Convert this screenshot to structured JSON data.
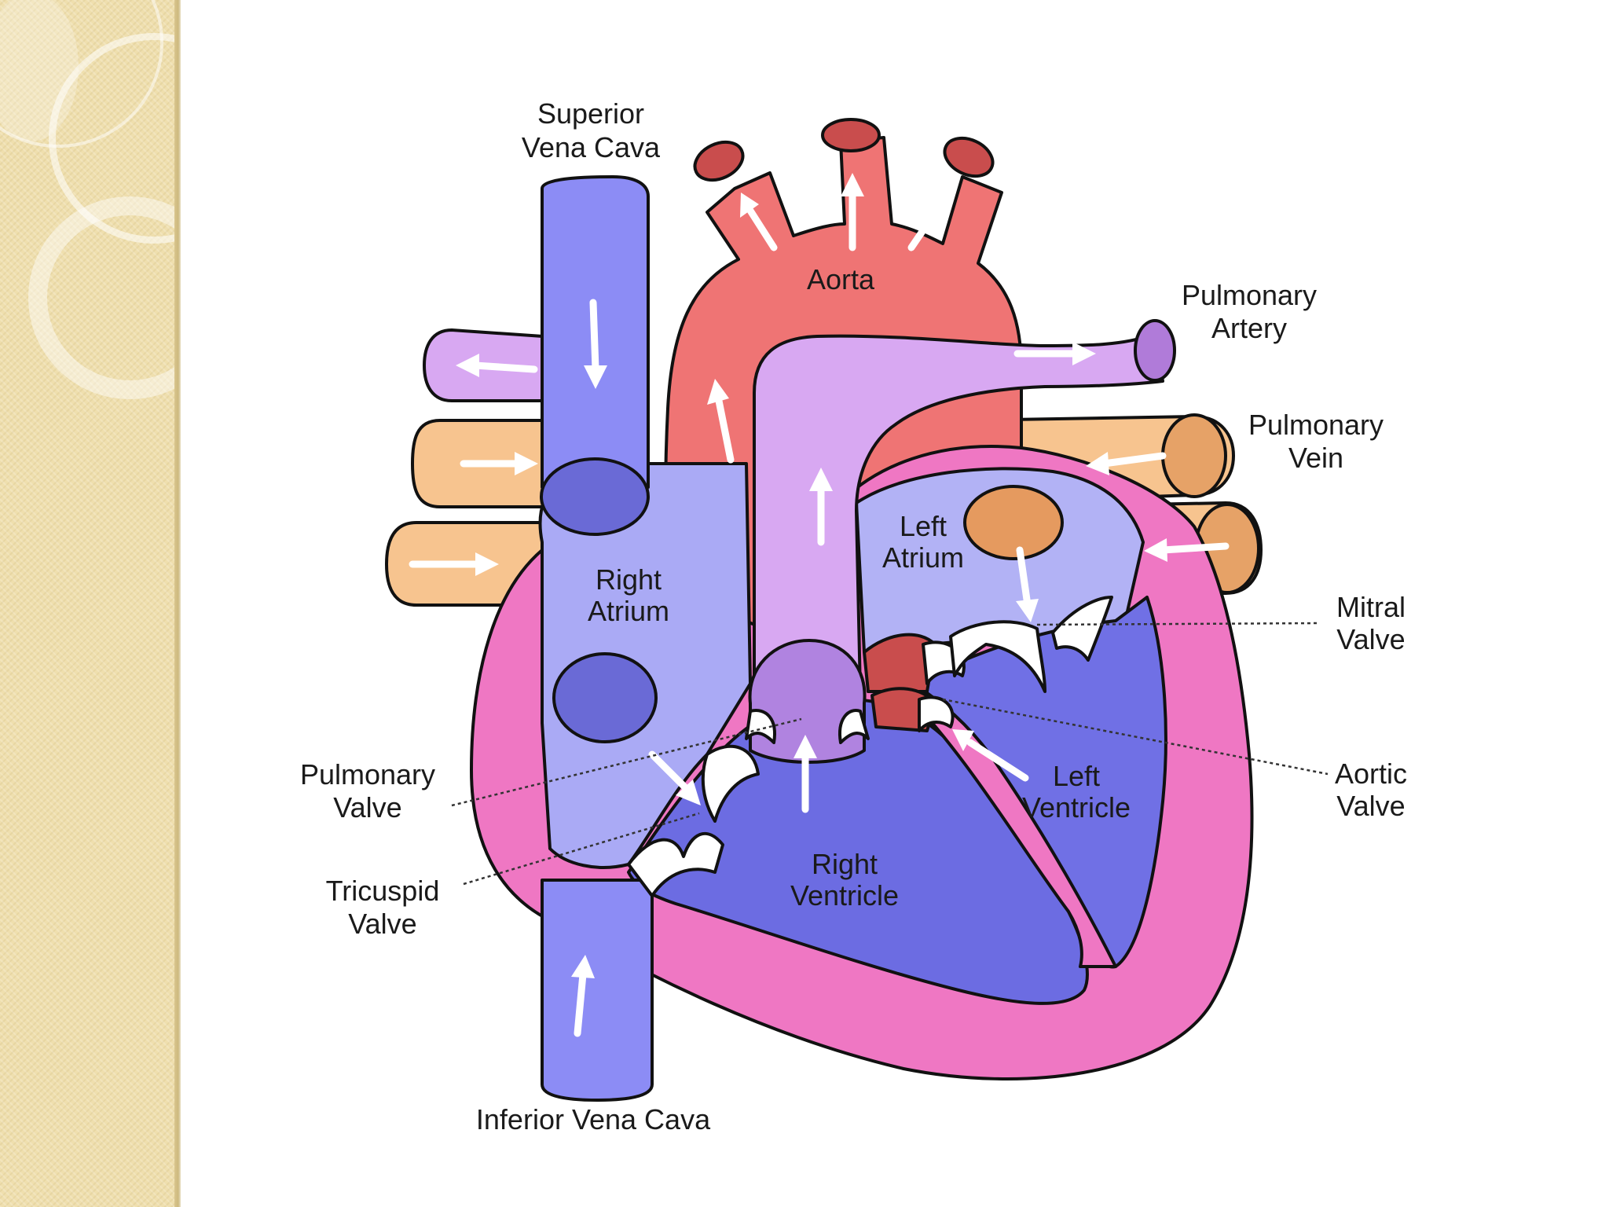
{
  "diagram": {
    "labels": {
      "superior_vena_cava": [
        "Superior",
        "Vena Cava"
      ],
      "aorta": "Aorta",
      "pulmonary_artery": [
        "Pulmonary",
        "Artery"
      ],
      "pulmonary_vein": [
        "Pulmonary",
        "Vein"
      ],
      "left_atrium": [
        "Left",
        "Atrium"
      ],
      "right_atrium": [
        "Right",
        "Atrium"
      ],
      "mitral_valve": [
        "Mitral",
        "Valve"
      ],
      "aortic_valve": [
        "Aortic",
        "Valve"
      ],
      "pulmonary_valve": [
        "Pulmonary",
        "Valve"
      ],
      "left_ventricle": [
        "Left",
        "Ventricle"
      ],
      "right_ventricle": [
        "Right",
        "Ventricle"
      ],
      "tricuspid_valve": [
        "Tricuspid",
        "Valve"
      ],
      "inferior_vena_cava": "Inferior Vena Cava"
    },
    "colors": {
      "vena_cava": "#8c8cf5",
      "right_atrium": "#aaaaf5",
      "right_ventricle": "#6c6ce2",
      "aorta": "#ef7474",
      "pulmonary_artery": "#d8a8f2",
      "pulmonary_vein": "#f7c48f",
      "heart_wall": "#ef77c3",
      "left_atrium": "#b2b2f5",
      "left_ventricle": "#7070e5",
      "sidebar": "#efdfae"
    }
  }
}
